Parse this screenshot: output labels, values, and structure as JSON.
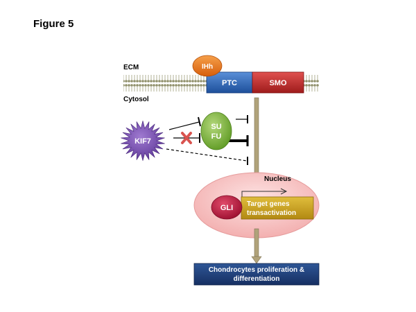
{
  "figure": {
    "title": "Figure 5",
    "labels": {
      "ecm": "ECM",
      "cytosol": "Cytosol",
      "ihh": "IHh",
      "ptc": "PTC",
      "smo": "SMO",
      "kif7": "KIF7",
      "sufu_line1": "SU",
      "sufu_line2": "FU",
      "nucleus": "Nucleus",
      "gli": "GLI",
      "target_line1": "Target genes",
      "target_line2": "transactivation",
      "outcome_line1": "Chondrocytes proliferation &",
      "outcome_line2": "differentiation"
    },
    "colors": {
      "ihh": "#e8731b",
      "ptc": "#2f6fc1",
      "smo": "#c62a2a",
      "sufu": "#7fb23b",
      "kif7": "#7a4fae",
      "gli": "#c0193f",
      "target": "#c9a227",
      "nucleus": "#f7c6c6",
      "outcome": "#1f3d7a",
      "arrow": "#b0a27a",
      "inhibit_mark": "#d9534f"
    }
  }
}
